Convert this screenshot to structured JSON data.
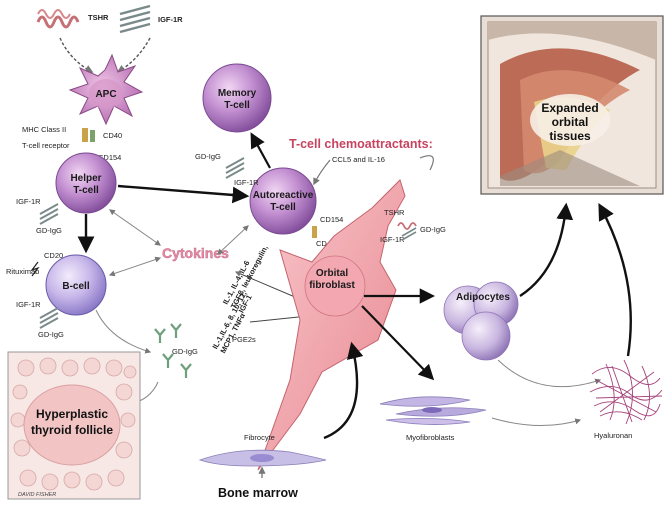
{
  "receptors": {
    "tshr": "TSHR",
    "igf1r": "IGF-1R"
  },
  "cells": {
    "apc": "APC",
    "helper": [
      "Helper",
      "T-cell"
    ],
    "bcell": "B-cell",
    "memory": [
      "Memory",
      "T-cell"
    ],
    "autoreactive": [
      "Autoreactive",
      "T-cell"
    ],
    "fibroblast": [
      "Orbital",
      "fibroblast"
    ],
    "adipocytes": "Adipocytes"
  },
  "markers": {
    "mhc": "MHC Class II",
    "tcr": "T-cell receptor",
    "cd40": "CD40",
    "cd154": "CD154",
    "igf1r": "IGF-1R",
    "gdigg": "GD-IgG",
    "cd20": "CD20",
    "rituximab": "Rituximab",
    "tshr": "TSHR"
  },
  "chemo": {
    "title": "T-cell  chemoattractants:",
    "sub": "CCL5 and IL-16"
  },
  "cytokines": {
    "title": "Cytokines",
    "upper": [
      "IL-1, IL-4, IL-6",
      "TGFβ, leukoregulin,",
      "IGF-1"
    ],
    "lower": [
      "IL-1,IL-6, 8, 10, 12,",
      "MCP1, TNFα"
    ]
  },
  "pge": "PGE2s",
  "thyroid": [
    "Hyperplastic",
    "thyroid follicle"
  ],
  "orbit": [
    "Expanded",
    "orbital",
    "tissues"
  ],
  "fibrocyte": "Fibrocyte",
  "bone_marrow": "Bone marrow",
  "myofibroblasts": "Myofibroblasts",
  "hyaluronan": "Hyaluronan",
  "signature": "DAVID FISHER"
}
